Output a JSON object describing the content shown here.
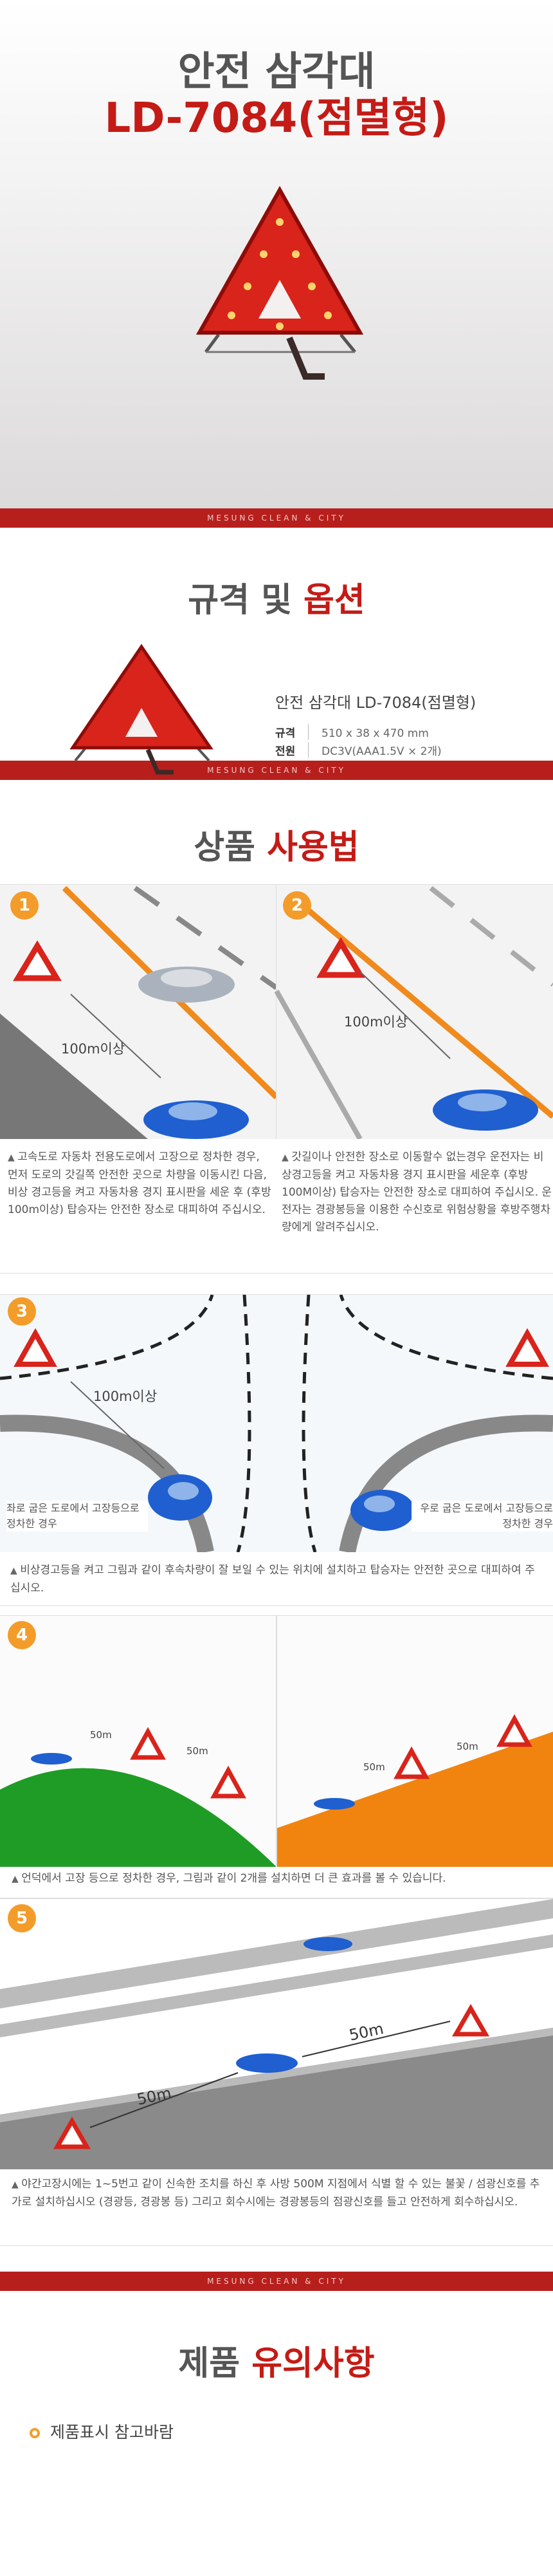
{
  "hero": {
    "title_line1": "안전 삼각대",
    "title_line2": "LD-7084(점멸형)"
  },
  "brand_band": "MESUNG CLEAN & CITY",
  "spec": {
    "heading_plain": "규격 및 ",
    "heading_accent": "옵션",
    "product_name": "안전 삼각대 LD-7084(점멸형)",
    "size_label": "규격",
    "size_value": "510 x 38 x 470 mm",
    "power_label": "전원",
    "power_value": "DC3V(AAA1.5V × 2개)"
  },
  "usage": {
    "heading_plain": "상품 ",
    "heading_accent": "사용법",
    "distance_100": "100m이상",
    "distance_50": "50m",
    "steps": [
      {
        "num": "1",
        "caption": "고속도로 자동차 전용도로에서 고장으로 정차한 경우, 먼저 도로의 갓길쪽 안전한 곳으로 차량을 이동시킨 다음, 비상 경고등을 켜고 자동차용 경지 표시판을 세운 후 (후방 100m이상) 탑승자는 안전한 장소로 대피하여 주십시오."
      },
      {
        "num": "2",
        "caption": "갓길이나 안전한 장소로 이동할수 없는경우 운전자는 비상경고등을 켜고 자동차용 경지 표시판을 세운후 (후방 100M이상) 탑승자는 안전한 장소로 대피하여 주십시오. 운전자는 경광봉등을 이용한 수신호로 위험상황을 후방주행차량에게 알려주십시오."
      },
      {
        "num": "3",
        "left_label": "좌로 굽은 도로에서 고장등으로 정차한 경우",
        "right_label": "우로 굽은 도로에서 고장등으로 정차한 경우",
        "caption": "비상경고등을 켜고 그림과 같이 후속차량이 잘 보일 수 있는 위치에 설치하고 탑승자는 안전한 곳으로 대피하여 주십시오."
      },
      {
        "num": "4",
        "caption": "언덕에서 고장 등으로 정차한 경우, 그림과 같이 2개를 설치하면 더 큰 효과를 볼 수 있습니다."
      },
      {
        "num": "5",
        "caption": "야간고장시에는 1~5번고 같이 신속한 조치를 하신 후 사방 500M 지점에서 식별 할 수 있는 불꽃 / 섬광신호를 추가로 설치하십시오 (경광등, 경광봉 등) 그리고 회수시에는 경광봉등의 점광신호를 들고 안전하게 회수하십시오."
      }
    ]
  },
  "caution": {
    "heading_plain": "제품 ",
    "heading_accent": "유의사항",
    "items": [
      "제품표시 참고바람"
    ]
  },
  "colors": {
    "accent_red": "#c41b16",
    "band_red": "#b71f1c",
    "step_orange": "#f39c2a"
  }
}
